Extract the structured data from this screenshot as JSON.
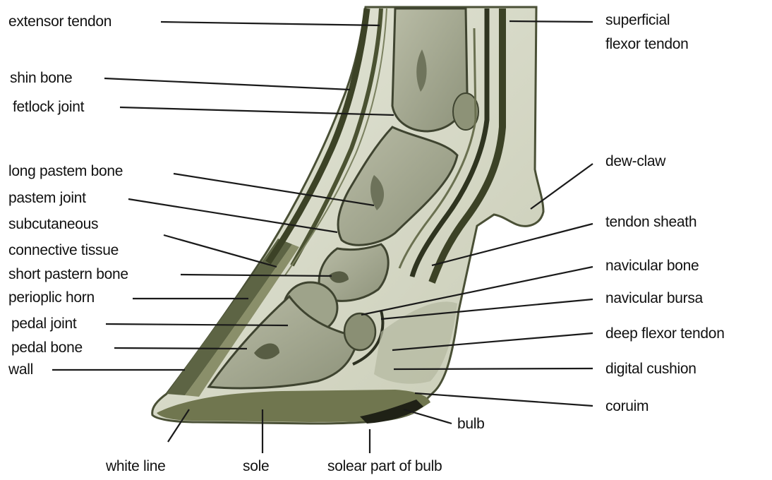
{
  "labels": {
    "extensor_tendon": "extensor tendon",
    "shin_bone": "shin bone",
    "fetlock_joint": "fetlock joint",
    "long_pastern_bone": "long pastem bone",
    "pastern_joint": "pastem joint",
    "subcutaneous_1": "subcutaneous",
    "subcutaneous_2": "connective tissue",
    "short_pastern_bone": "short pastern bone",
    "perioplic_horn": "perioplic horn",
    "pedal_joint": "pedal joint",
    "pedal_bone": "pedal bone",
    "wall": "wall",
    "superficial_1": "superficial",
    "superficial_2": "flexor tendon",
    "dew_claw": "dew-claw",
    "tendon_sheath": "tendon sheath",
    "navicular_bone": "navicular bone",
    "navicular_bursa": "navicular bursa",
    "deep_flexor_tendon": "deep flexor tendon",
    "digital_cushion": "digital cushion",
    "coruim": "coruim",
    "bulb": "bulb",
    "white_line": "white line",
    "sole": "sole",
    "solear_part_of_bulb": "solear part of bulb"
  }
}
